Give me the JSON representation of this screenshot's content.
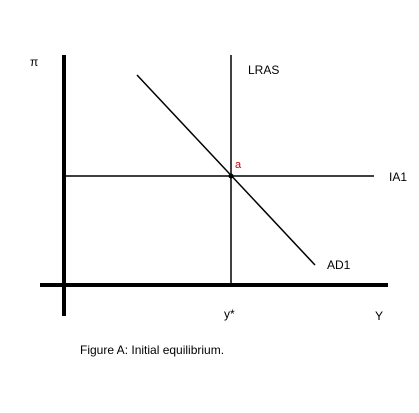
{
  "diagram": {
    "y_axis_label": "π",
    "x_axis_label": "Y",
    "curves": {
      "lras": "LRAS",
      "ia": "IA1",
      "ad": "AD1"
    },
    "equilibrium_point": "a",
    "x_tick_label": "y*",
    "caption": "Figure A: Initial equilibrium.",
    "colors": {
      "lines": "#000000",
      "point_label": "#cc0000"
    }
  }
}
